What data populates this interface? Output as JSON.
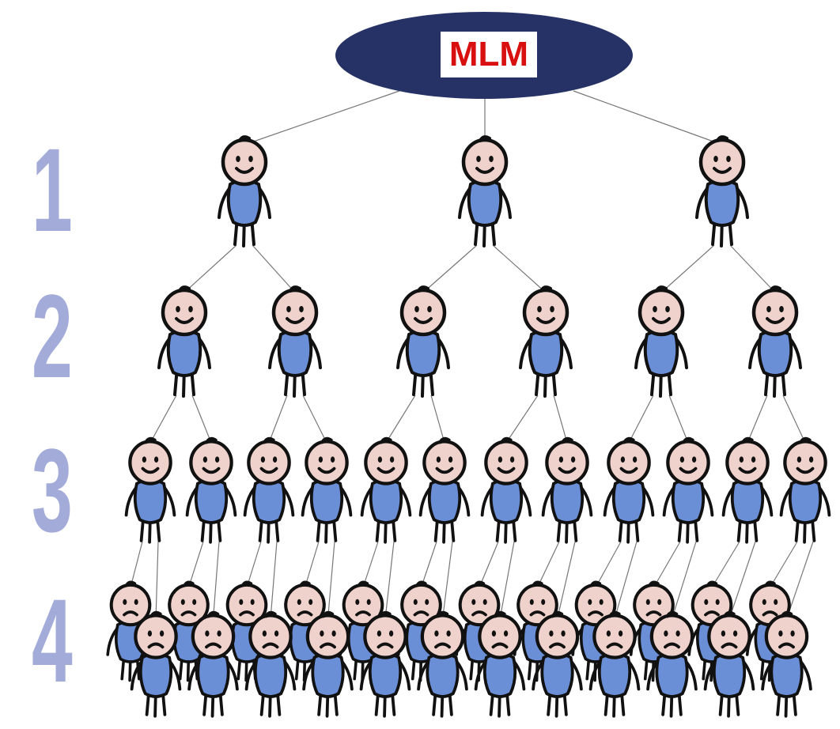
{
  "top": {
    "label": "MLM"
  },
  "levels": [
    "1",
    "2",
    "3",
    "4"
  ],
  "tree": {
    "level_counts": [
      1,
      3,
      6,
      12,
      24
    ],
    "branching": [
      3,
      2,
      2,
      2
    ]
  },
  "colors": {
    "top_oval": "#263266",
    "label_text": "#d91010",
    "level_numbers": "#a3abd9",
    "body": "#6b8fd6",
    "face": "#f0d2cc",
    "outline": "#111111",
    "links": "#777777"
  }
}
